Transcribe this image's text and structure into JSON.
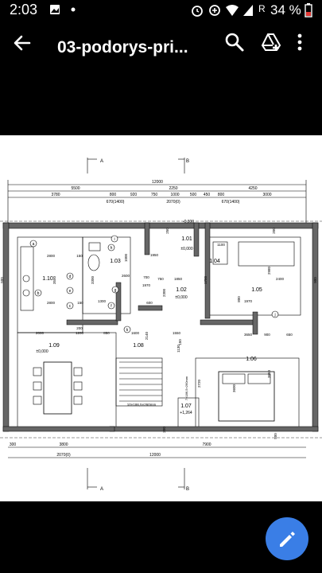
{
  "status_bar": {
    "time": "2:03",
    "carrier_letter": "R",
    "battery_percent": "34 %",
    "icons": [
      "image-icon",
      "dot-icon",
      "alarm-icon",
      "data-saver-icon",
      "wifi-icon",
      "signal-icon",
      "battery-icon"
    ]
  },
  "app_bar": {
    "title": "03-podorys-pri...",
    "actions": [
      "back-icon",
      "search-icon",
      "drive-add-icon",
      "more-vert-icon"
    ]
  },
  "plan": {
    "section_marks": {
      "a": "A",
      "b": "B"
    },
    "top_dims": {
      "total": "12000",
      "row1": [
        "5500",
        "2250",
        "4250"
      ],
      "row2": [
        "3780",
        "800",
        "920",
        "750",
        "1000",
        "500",
        "450",
        "800",
        "3000"
      ],
      "row3": [
        "670(1400)",
        "2070(0)",
        "670(1400)"
      ]
    },
    "bottom_dims": {
      "row1": [
        "300",
        "3800",
        "7900"
      ],
      "row2": [
        "2070(0)",
        "12000"
      ]
    },
    "level_labels": [
      "-0,300",
      "±0,000",
      "±0,000",
      "±0,000",
      "+1,264"
    ],
    "rooms": [
      "1.01",
      "1.02",
      "1.03",
      "1.04",
      "1.05",
      "1.06",
      "1.07",
      "1.08",
      "1.09",
      "1.10"
    ],
    "letters": [
      "a",
      "b",
      "c",
      "d",
      "e",
      "f",
      "g",
      "h",
      "i",
      "j",
      "k"
    ],
    "stair_notes": [
      "7×186,5×260mm",
      "10×186,5×260mm"
    ],
    "dims": [
      "2800",
      "150",
      "3550",
      "2800",
      "2000",
      "1200",
      "850",
      "1600",
      "1550",
      "1300",
      "1970",
      "700",
      "750",
      "1850",
      "2300",
      "1950",
      "1000",
      "2600",
      "1700",
      "150",
      "600",
      "3300",
      "1100",
      "2980",
      "2400",
      "1970",
      "800",
      "3650",
      "900",
      "650",
      "3650",
      "3600",
      "2720",
      "2140",
      "150",
      "1130",
      "900",
      "500",
      "500",
      "250",
      "200",
      "200",
      "200"
    ]
  },
  "fab": {
    "icon": "edit-icon"
  },
  "colors": {
    "background": "#000000",
    "paper": "#ffffff",
    "fab": "#3a7ee6",
    "wall": "#555555"
  }
}
